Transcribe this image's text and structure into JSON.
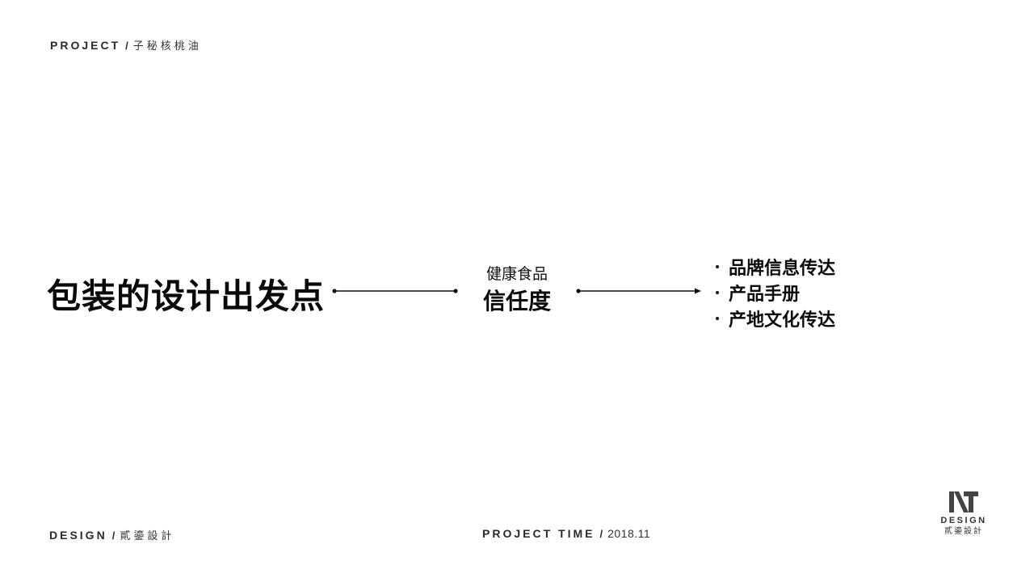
{
  "header": {
    "project_label": "PROJECT",
    "separator": "/",
    "project_name": "子秘核桃油"
  },
  "main": {
    "title": "包装的设计出发点",
    "middle_top": "健康食品",
    "middle_bottom": "信任度",
    "bullets": [
      "品牌信息传达",
      "产品手册",
      "产地文化传达"
    ]
  },
  "footer": {
    "design_label": "DESIGN",
    "separator": "/",
    "studio_name": "貳鎏設計",
    "time_label": "PROJECT TIME",
    "time_separator": "/",
    "time_value": "2018.11"
  },
  "logo": {
    "word": "DESIGN",
    "sub": "貳鎏設計",
    "icon": "nt-monogram-icon"
  },
  "colors": {
    "background": "#ffffff",
    "text": "#111111",
    "logo": "#444444"
  }
}
